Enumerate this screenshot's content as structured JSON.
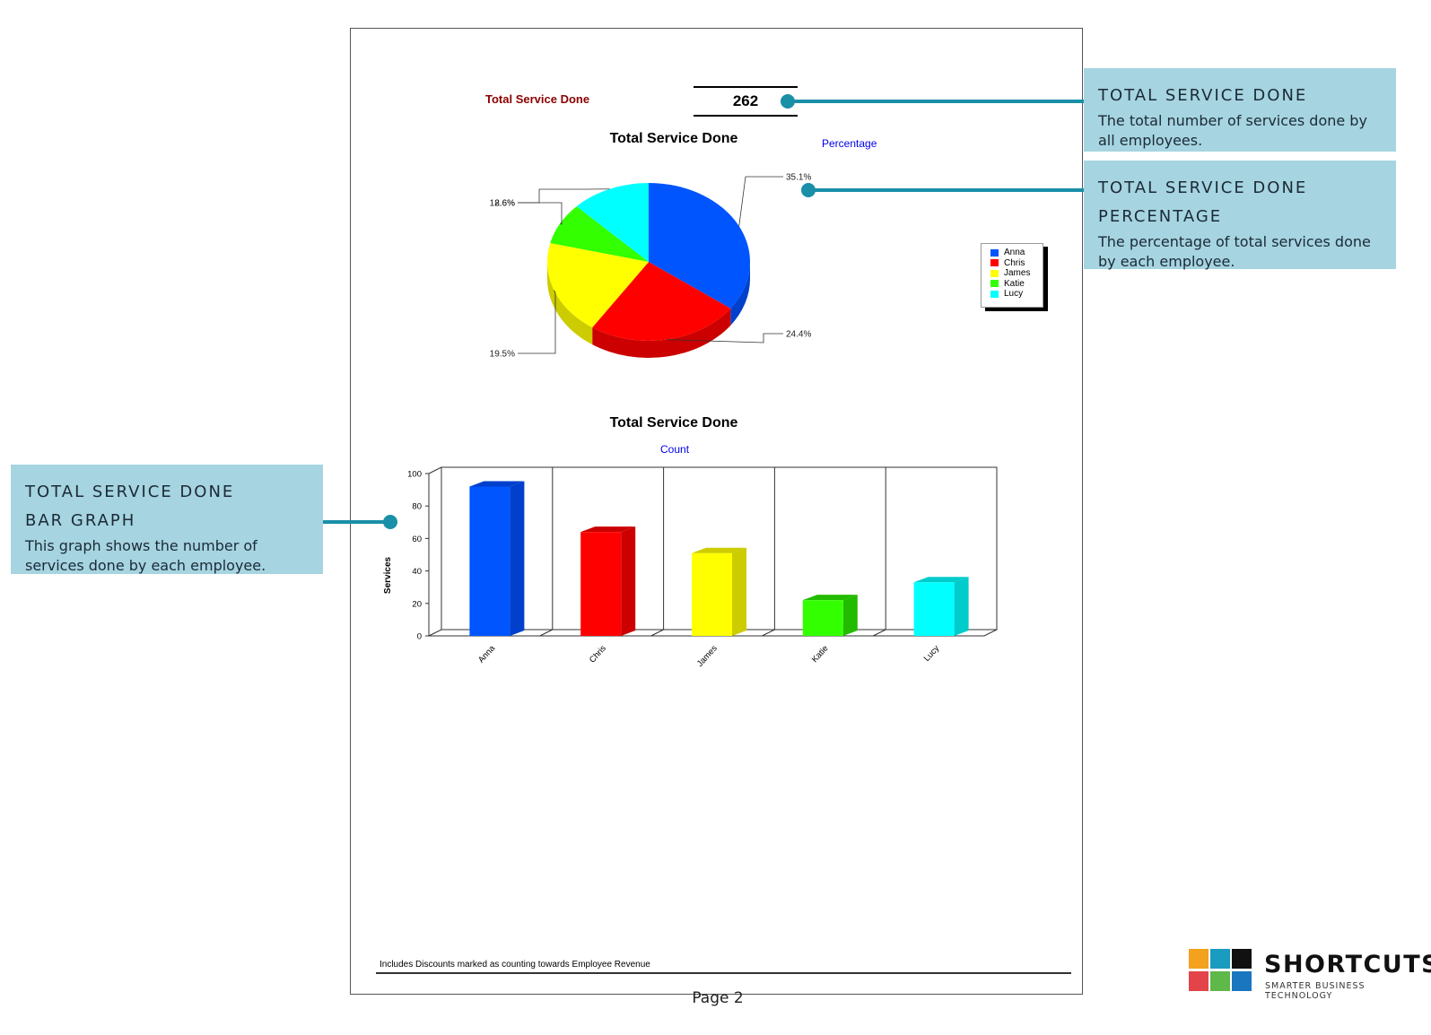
{
  "report": {
    "summary_label": "Total Service Done",
    "summary_value": "262",
    "footer_note": "Includes Discounts marked as counting towards Employee Revenue",
    "page_label": "Page 2"
  },
  "callouts": [
    {
      "title_lines": [
        "TOTAL SERVICE DONE"
      ],
      "body": "The total number of services done by all employees."
    },
    {
      "title_lines": [
        "TOTAL SERVICE DONE",
        "PERCENTAGE"
      ],
      "body": "The percentage of total services done by each employee."
    },
    {
      "title_lines": [
        "TOTAL SERVICE DONE",
        "BAR GRAPH"
      ],
      "body": "This graph shows the number of services done by each employee."
    }
  ],
  "brand": {
    "name": "SHORTCUTS",
    "tagline": "SMARTER BUSINESS TECHNOLOGY"
  },
  "colors": {
    "accent": "#1a8fa8",
    "callout_bg": "#a6d4e1",
    "series": [
      "#0055ff",
      "#ff0000",
      "#ffff00",
      "#33ff00",
      "#00ffff"
    ],
    "series_dark": [
      "#0040cc",
      "#cc0000",
      "#cccc00",
      "#22bb00",
      "#00cccc"
    ]
  },
  "chart_data": [
    {
      "type": "pie",
      "title": "Total Service Done",
      "subtitle": "Percentage",
      "categories": [
        "Anna",
        "Chris",
        "James",
        "Katie",
        "Lucy"
      ],
      "values": [
        35.1,
        24.4,
        19.5,
        8.6,
        12.6
      ],
      "value_labels": [
        "35.1%",
        "24.4%",
        "19.5%",
        "8.6%",
        "12.6%"
      ],
      "legend_position": "right"
    },
    {
      "type": "bar",
      "title": "Total Service Done",
      "subtitle": "Count",
      "categories": [
        "Anna",
        "Chris",
        "James",
        "Katie",
        "Lucy"
      ],
      "values": [
        92,
        64,
        51,
        22,
        33
      ],
      "ylabel": "Services",
      "xlabel": "",
      "ylim": [
        0,
        100
      ],
      "yticks": [
        0,
        20,
        40,
        60,
        80,
        100
      ]
    }
  ]
}
